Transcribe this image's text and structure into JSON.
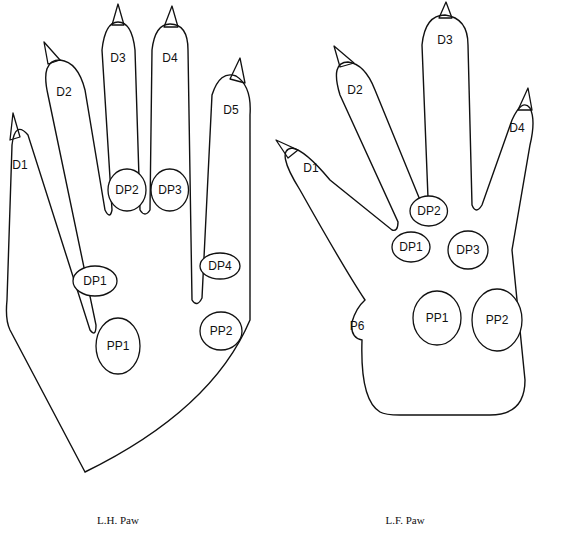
{
  "diagram": {
    "nodes": [
      {
        "text": [
          "L.H. Paw"
        ]
      },
      {
        "text": [
          "DP2"
        ],
        "in": 0
      },
      {
        "text": [
          "DP3"
        ],
        "in": 0
      },
      {
        "text": [
          "DP4"
        ],
        "in": 0
      },
      {
        "text": [
          "DP1"
        ],
        "in": 0
      },
      {
        "text": [
          "PP2"
        ],
        "in": 0
      },
      {
        "text": [
          "PP1"
        ],
        "in": 0
      },
      {
        "text": [
          "L.F. Paw"
        ]
      },
      {
        "text": [
          "DP2"
        ],
        "in": 7
      },
      {
        "text": [
          "DP1"
        ],
        "in": 7
      },
      {
        "text": [
          "DP3"
        ],
        "in": 7
      },
      {
        "text": [
          "PP1"
        ],
        "in": 7
      },
      {
        "text": [
          "PP2"
        ],
        "in": 7
      }
    ],
    "labels": [
      "D1",
      "D2",
      "D3",
      "D4",
      "D5",
      "D1",
      "D2",
      "D3",
      "D4",
      "P6"
    ]
  }
}
